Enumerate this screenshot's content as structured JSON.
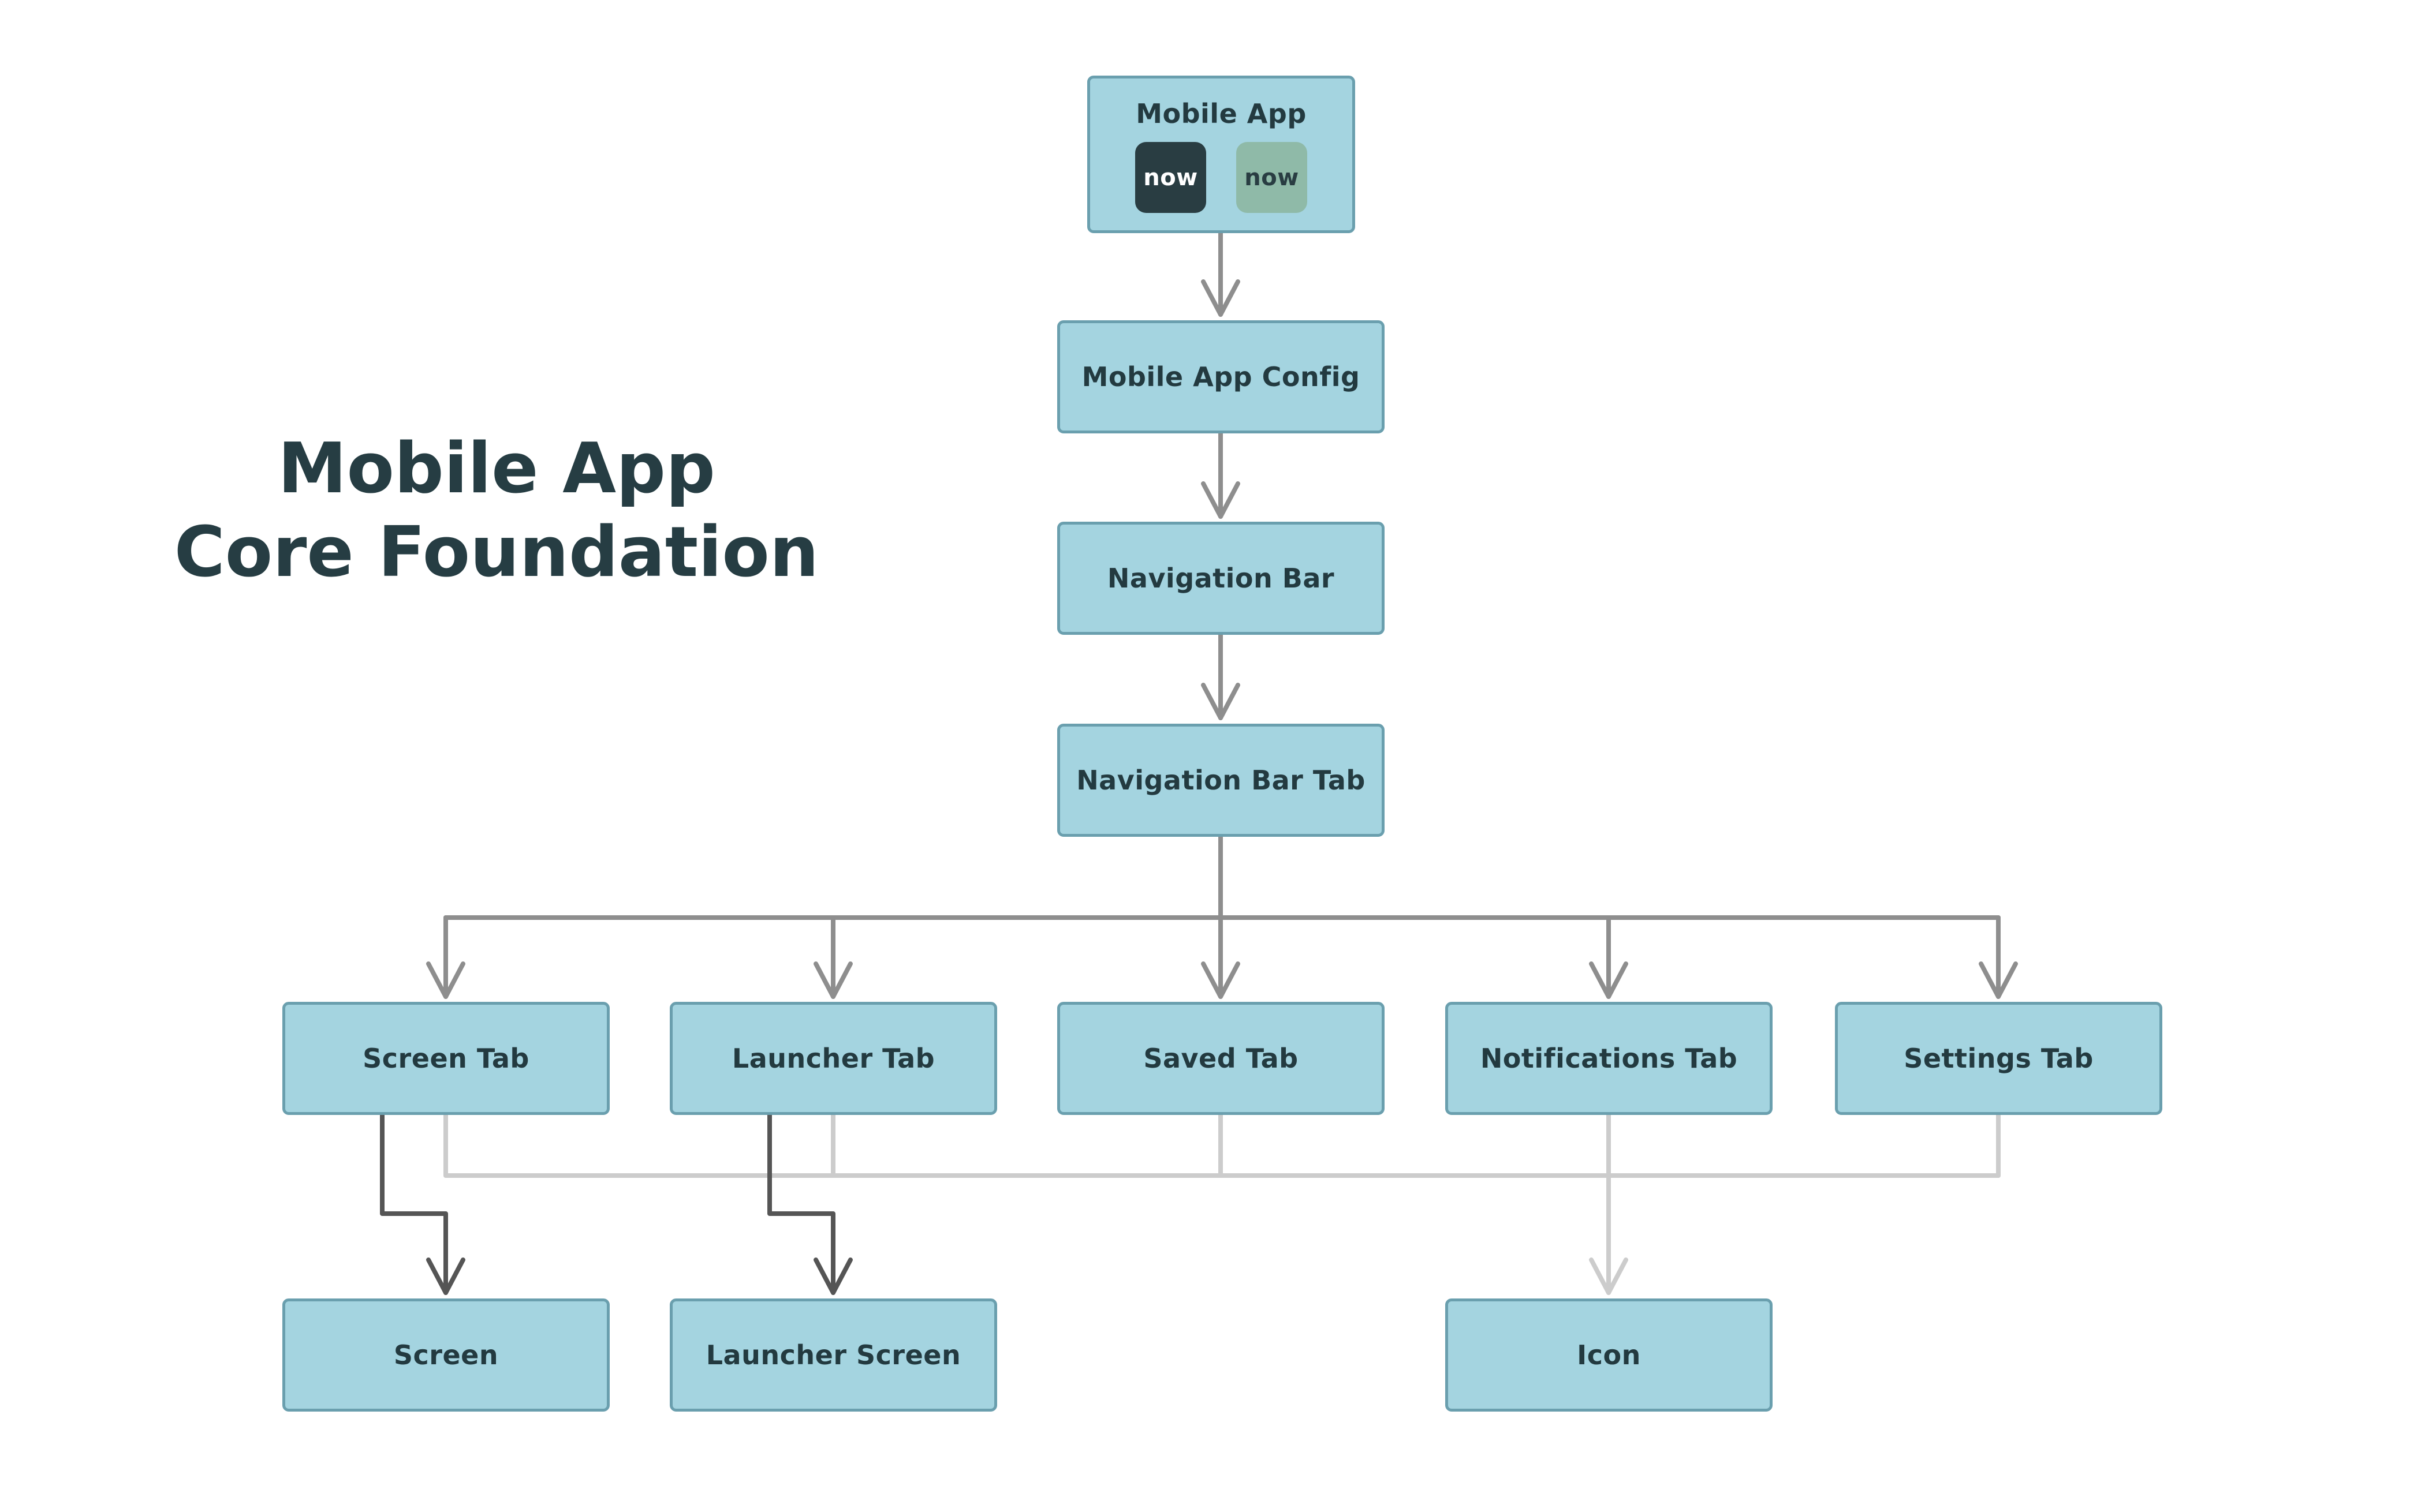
{
  "diagram": {
    "title_line1": "Mobile App",
    "title_line2": "Core Foundation",
    "nodes": {
      "mobile_app": "Mobile App",
      "mobile_app_config": "Mobile App Config",
      "navigation_bar": "Navigation Bar",
      "navigation_bar_tab": "Navigation Bar Tab",
      "screen_tab": "Screen Tab",
      "launcher_tab": "Launcher Tab",
      "saved_tab": "Saved Tab",
      "notifications_tab": "Notifications Tab",
      "settings_tab": "Settings Tab",
      "screen": "Screen",
      "launcher_screen": "Launcher Screen",
      "icon": "Icon"
    },
    "logos": [
      {
        "text": "now",
        "style": "dark"
      },
      {
        "text": "now",
        "style": "light"
      }
    ]
  },
  "colors": {
    "node_fill": "#a4d4e0",
    "node_border": "#6a9fae",
    "text": "#233a40",
    "connector": "#8e8e8e",
    "connector_dark": "#555555",
    "connector_light": "#cccccc"
  }
}
